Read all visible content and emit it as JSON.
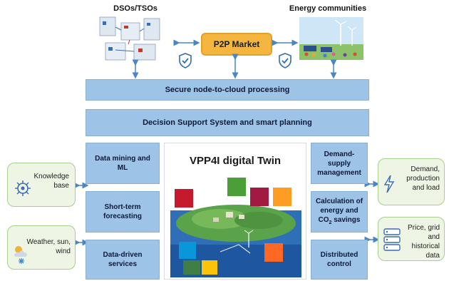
{
  "top": {
    "dso_label": "DSOs/TSOs",
    "ec_label": "Energy communities",
    "p2p_label": "P2P Market"
  },
  "bars": {
    "secure": "Secure node-to-cloud processing",
    "dss": "Decision Support System and smart planning"
  },
  "left_tiles": [
    "Data mining and ML",
    "Short-term forecasting",
    "Data-driven services"
  ],
  "right_tiles": [
    "Demand-supply management",
    "Calculation of energy and CO",
    "Distributed control"
  ],
  "right_tile_co2": {
    "sub": "2",
    "suffix": " savings"
  },
  "twin": {
    "title": "VPP4I digital Twin"
  },
  "left_ext": [
    "Knowledge base",
    "Weather, sun, wind"
  ],
  "right_ext": [
    "Demand, production and load",
    "Price, grid and historical data"
  ],
  "colors": {
    "tile_blue": "#9dc3e6",
    "p2p_orange": "#f4b63f",
    "ext_green": "#eef5e4",
    "arrow_blue": "#4a86c5",
    "shield_blue": "#2f6db5"
  },
  "icons": [
    "shield-check-icon",
    "gear-network-icon",
    "sun-cloud-icon",
    "lightning-icon",
    "database-stack-icon"
  ]
}
